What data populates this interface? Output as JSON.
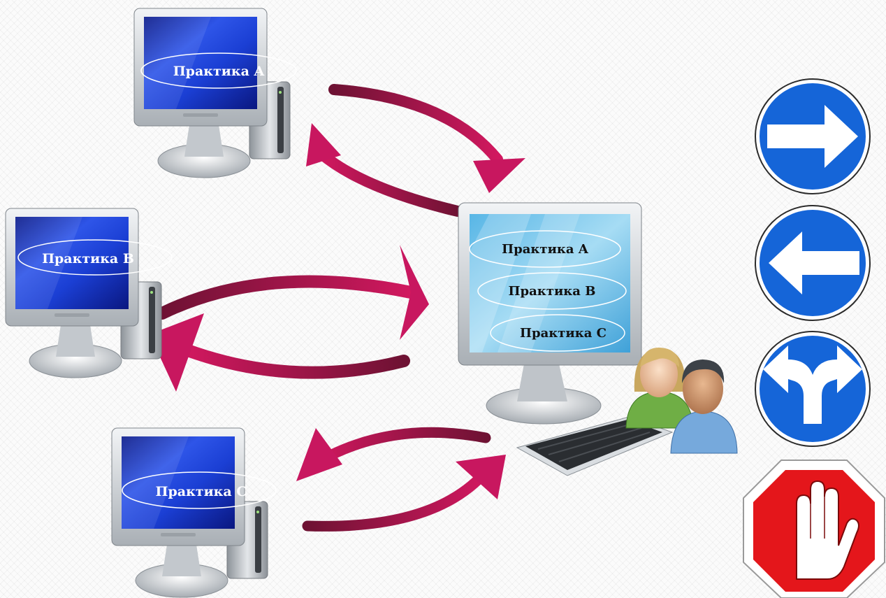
{
  "colors": {
    "arrow": "#c8175f",
    "arrow_dark": "#6e1233",
    "sign_blue": "#1565d8",
    "stop_red": "#e4161b",
    "screen_blue": "#1a3fd0"
  },
  "client_computers": [
    {
      "label": "Практика A"
    },
    {
      "label": "Практика B"
    },
    {
      "label": "Практика C"
    }
  ],
  "server": {
    "entries": [
      "Практика A",
      "Практика B",
      "Практика C"
    ]
  },
  "users_icon": "two-users-icon",
  "signs": [
    {
      "icon": "arrow-right-sign-icon"
    },
    {
      "icon": "arrow-left-sign-icon"
    },
    {
      "icon": "fork-left-right-sign-icon"
    },
    {
      "icon": "stop-hand-sign-icon"
    }
  ]
}
